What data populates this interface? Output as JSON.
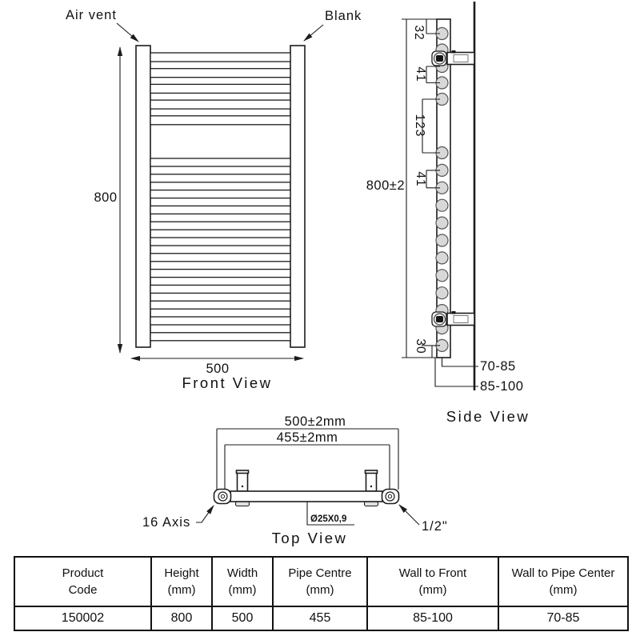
{
  "front_view": {
    "title": "Front View",
    "air_vent_label": "Air vent",
    "blank_label": "Blank",
    "height_dim": "800",
    "width_dim": "500"
  },
  "side_view": {
    "title": "Side View",
    "top_offset_dim": "32",
    "upper_gap_dim": "41",
    "middle_gap_dim": "123",
    "lower_gap_dim": "41",
    "overall_height_dim": "800±2",
    "bottom_offset_dim": "30",
    "wall_to_pipe_center_dim": "70-85",
    "wall_to_front_dim": "85-100"
  },
  "top_view": {
    "title": "Top View",
    "overall_width_dim": "500±2mm",
    "pipe_centre_dim": "455±2mm",
    "tube_spec": "Ø25X0,9",
    "axis_label": "16 Axis",
    "connection_label": "1/2\""
  },
  "spec_table": {
    "headers": [
      "Product\nCode",
      "Height\n(mm)",
      "Width\n(mm)",
      "Pipe Centre\n(mm)",
      "Wall to Front\n(mm)",
      "Wall to Pipe Center\n(mm)"
    ],
    "rows": [
      [
        "150002",
        "800",
        "500",
        "455",
        "85-100",
        "70-85"
      ]
    ]
  }
}
